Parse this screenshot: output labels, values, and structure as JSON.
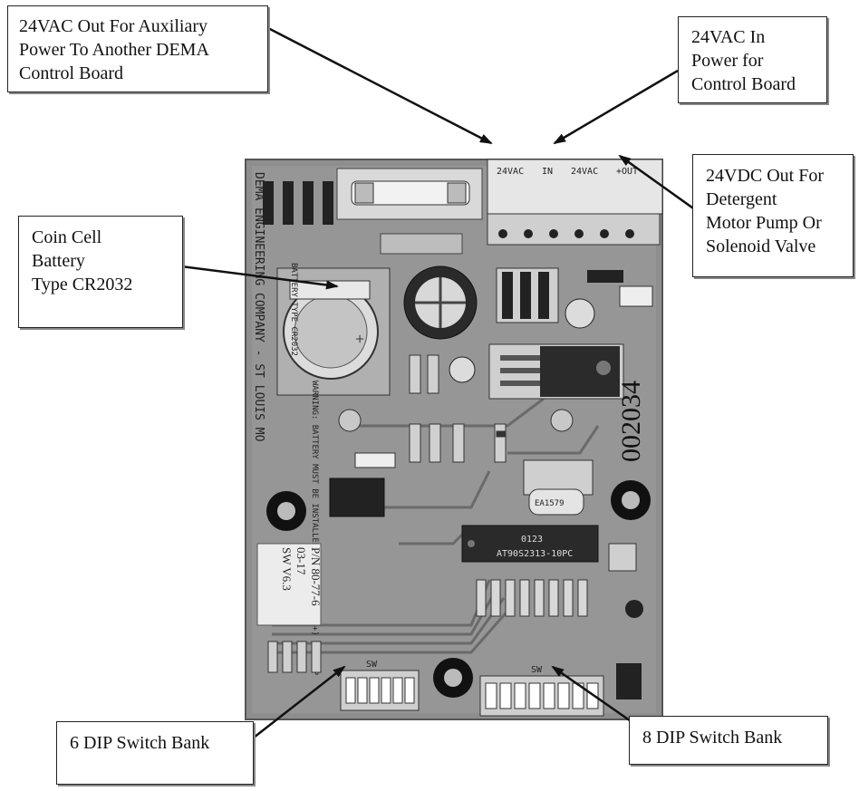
{
  "callouts": {
    "aux_power": "24VAC Out For Auxiliary\nPower To Another DEMA\nControl Board",
    "power_in": "24VAC In\nPower for\nControl Board",
    "detergent_out": "24VDC Out For\nDetergent\nMotor Pump Or\nSolenoid Valve",
    "coin_cell": "Coin Cell\nBattery\nType CR2032",
    "dip6": "6 DIP Switch Bank",
    "dip8": "8 DIP Switch Bank"
  },
  "board": {
    "maker_text": "DEMA ENGINEERING COMPANY - ST LOUIS MO",
    "warning_text": "WARNING: BATTERY MUST BE INSTALLED WITH POSITIVE (+) SIDE UP",
    "battery_type": "BATTERY TYPE CR2032",
    "label_pn": "P/N 80-77-6",
    "label_date": "03-17",
    "label_sw": "SW V6.3",
    "chip_label": "AT90S2313-10PC",
    "chip_code": "0123",
    "crystal_label": "EA1579",
    "handwritten": "002034",
    "terminal_labels": [
      "24VAC",
      "IN",
      "24VAC",
      "+OUT-"
    ],
    "sw_label": "SW"
  },
  "colors": {
    "board": "#8e8e8e",
    "board_dark": "#3a3a3a",
    "callout_border": "#222222"
  }
}
